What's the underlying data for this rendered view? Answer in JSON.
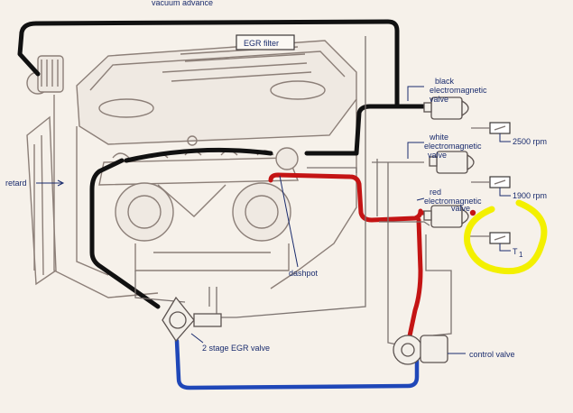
{
  "labels": {
    "vacuum_advance": "vacuum advance",
    "egr_filter": "EGR filter",
    "black_valve_1": "black",
    "black_valve_2": "electromagnetic",
    "black_valve_3": "valve",
    "white_valve_1": "white",
    "white_valve_2": "electromagnetic",
    "white_valve_3": "valve",
    "rpm_2500": "2500 rpm",
    "red_valve_1": "red",
    "red_valve_2": "electromagnetic",
    "red_valve_3": "valve",
    "rpm_1900": "1900 rpm",
    "t1": "T",
    "t1_sub": "1",
    "retard": "retard",
    "dashpot": "dashpot",
    "egr_valve": "2 stage EGR valve",
    "control_valve": "control valve"
  },
  "colors": {
    "black_hose": "#111111",
    "red_hose": "#c41414",
    "blue_hose": "#1f47b8",
    "highlight": "#f3f000",
    "label_text": "#1a2c6e"
  }
}
